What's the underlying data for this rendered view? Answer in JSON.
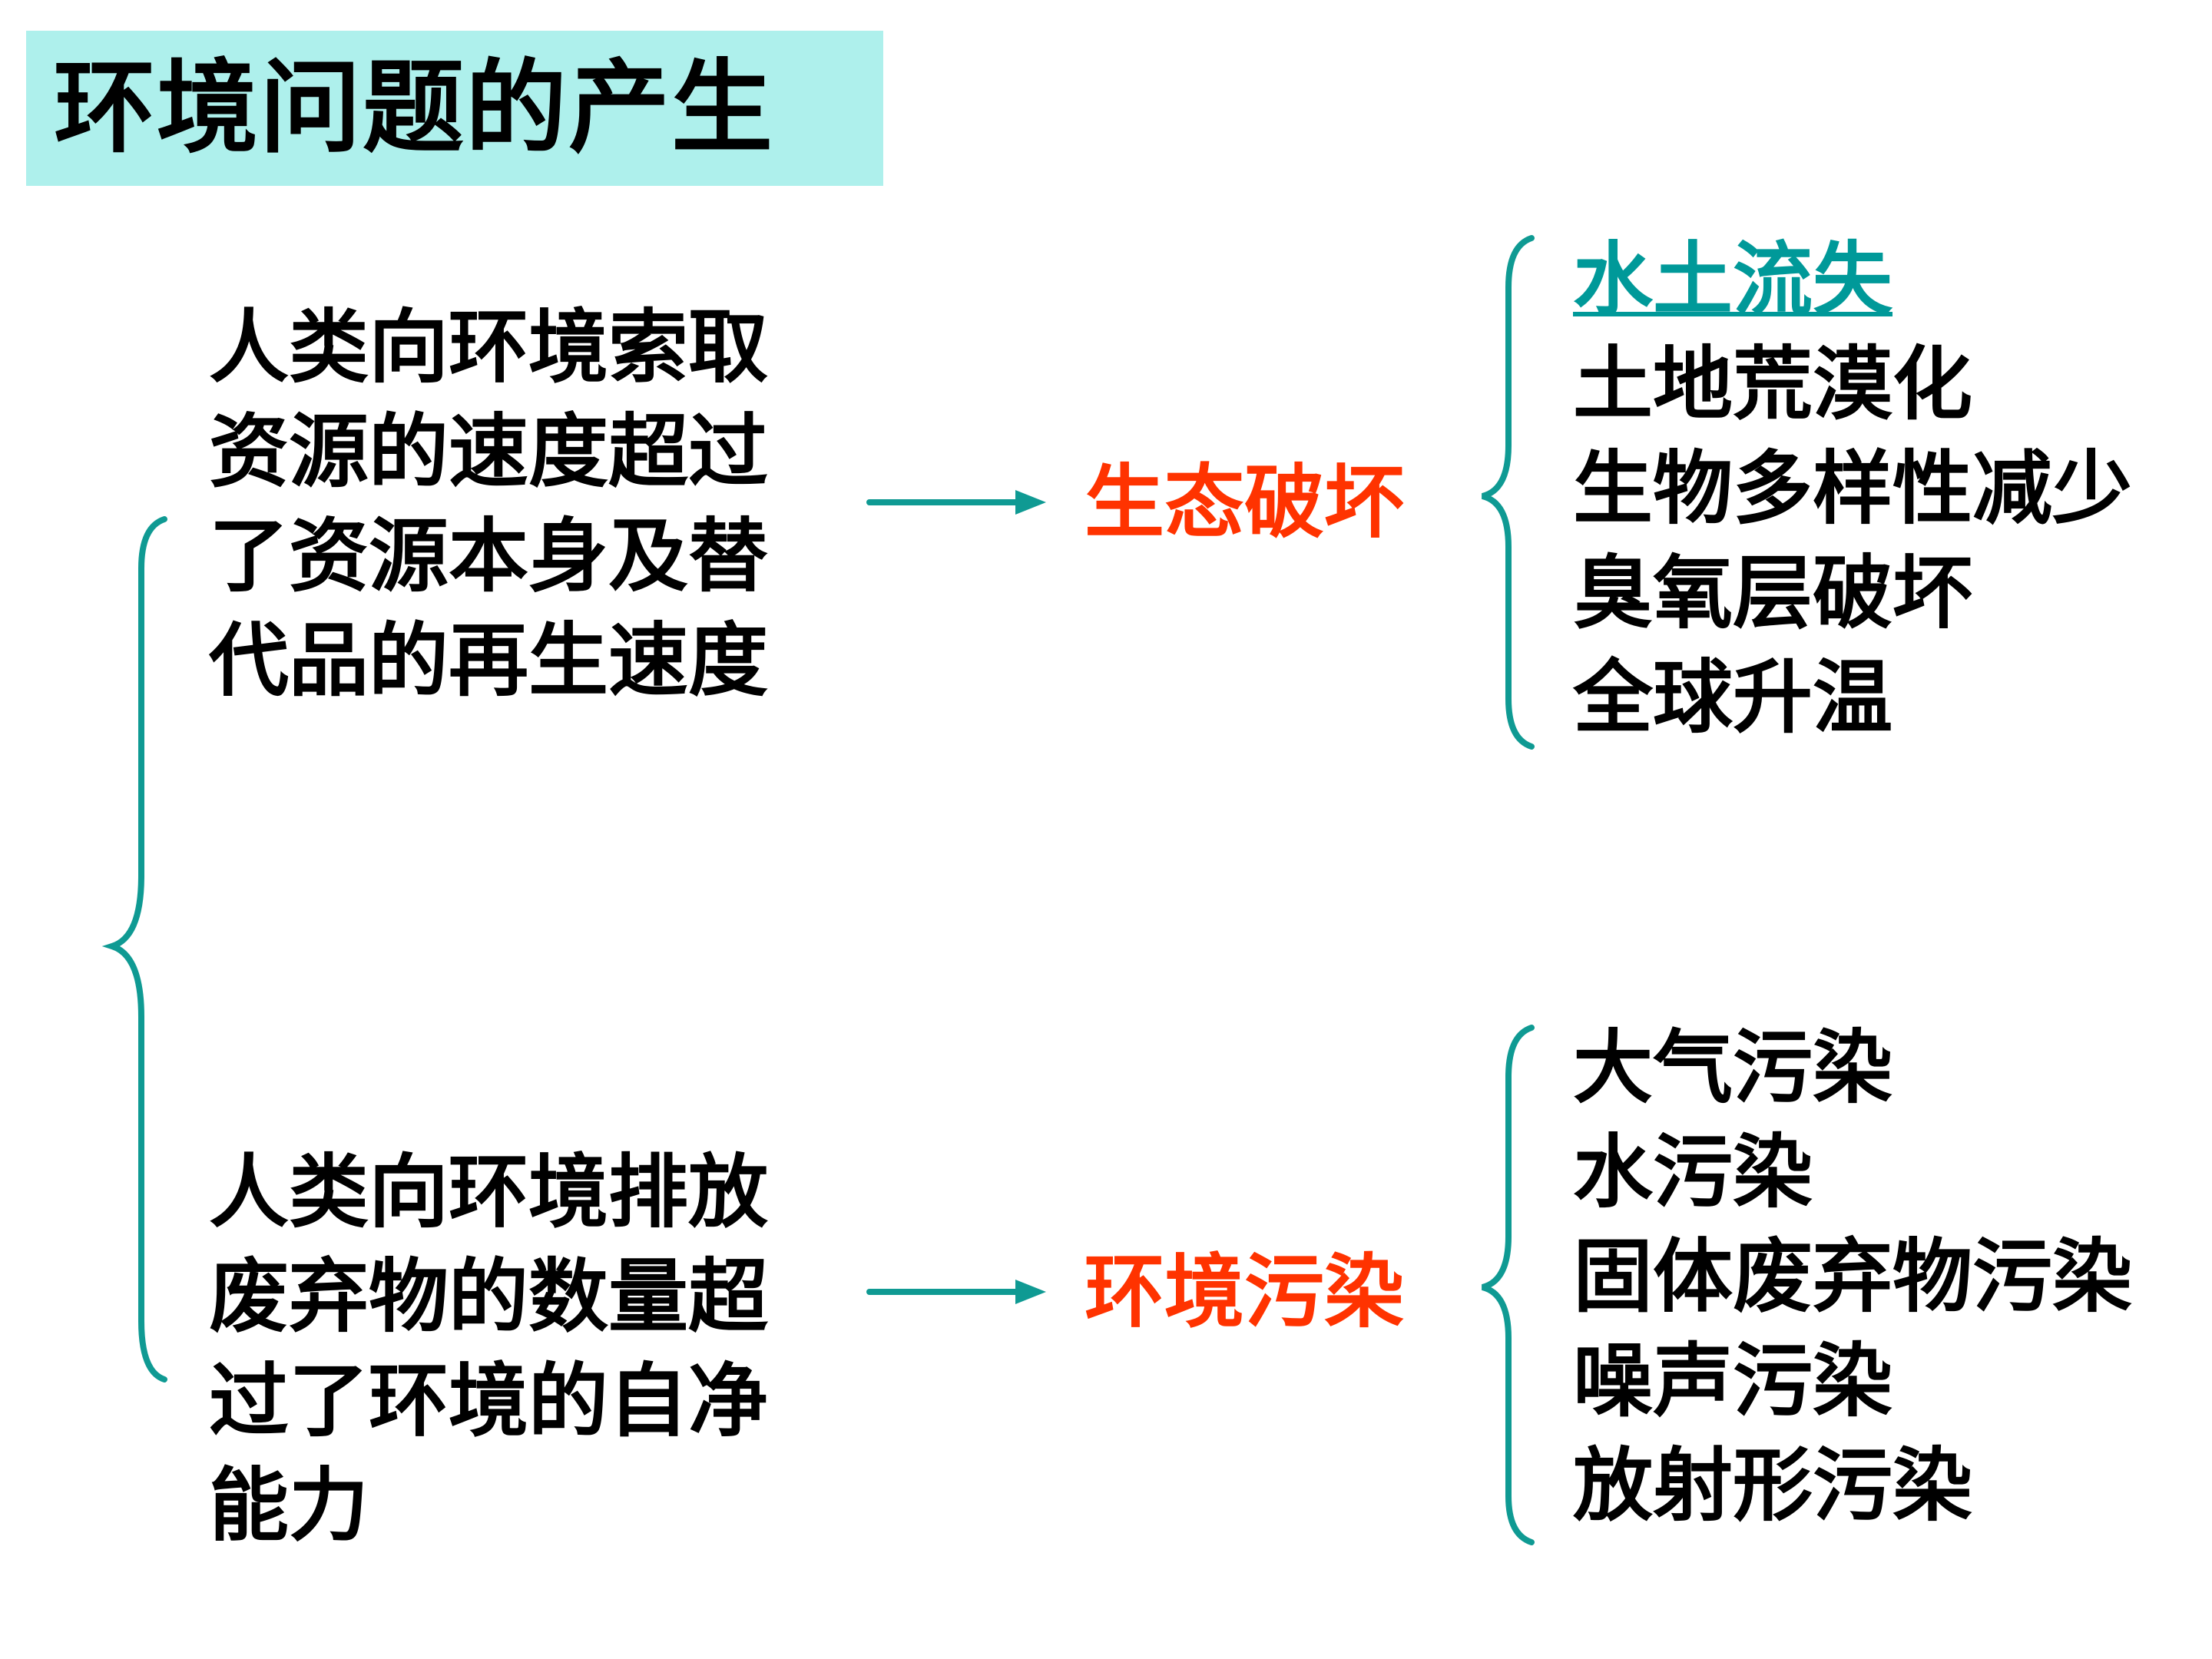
{
  "title": "环境问题的产生",
  "colors": {
    "title_bg": "#aef0ec",
    "teal": "#0f9a93",
    "result_red": "#ff3300",
    "link_teal": "#009999"
  },
  "branches": [
    {
      "cause_lines": [
        "人类向环境索取",
        "资源的速度超过",
        "了资源本身及替",
        "代品的再生速度"
      ],
      "result": "生态破坏",
      "items": [
        "水土流失",
        "土地荒漠化",
        "生物多样性减少",
        "臭氧层破坏",
        "全球升温"
      ]
    },
    {
      "cause_lines": [
        "人类向环境排放",
        "废弃物的数量超",
        "过了环境的自净",
        "能力"
      ],
      "result": "环境污染",
      "items": [
        "大气污染",
        "水污染",
        "固体废弃物污染",
        "噪声污染",
        "放射形污染"
      ]
    }
  ]
}
